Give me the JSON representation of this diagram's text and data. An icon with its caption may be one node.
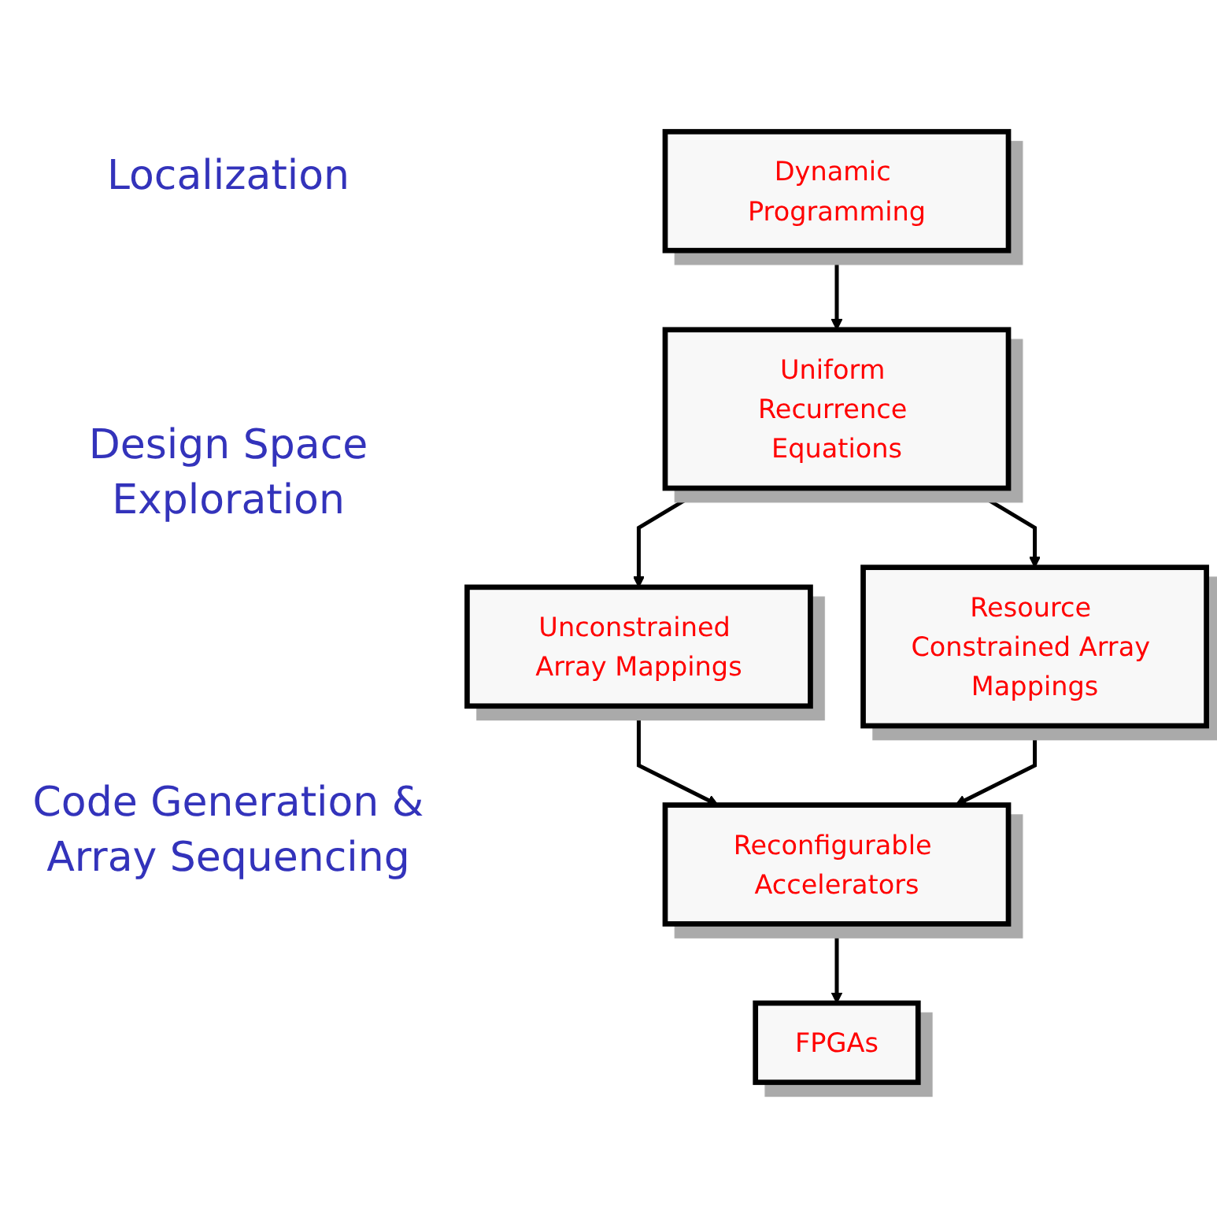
{
  "diagram": {
    "nodes": [
      {
        "text": [
          "Dynamic Programming"
        ]
      },
      {
        "text": [
          "Uniform Recurrence Equations"
        ]
      },
      {
        "text": [
          "Unconstrained Array Mappings"
        ]
      },
      {
        "text": [
          "Resource Constrained Array Mappings"
        ]
      },
      {
        "text": [
          "Reconfigurable Accelerators"
        ]
      },
      {
        "text": [
          "FPGAs"
        ]
      }
    ],
    "edges": [
      {
        "from": 0,
        "to": 1,
        "arrow": "to"
      },
      {
        "from": 1,
        "to": 2,
        "arrow": "to"
      },
      {
        "from": 1,
        "to": 3,
        "arrow": "to"
      },
      {
        "from": 2,
        "to": 4,
        "arrow": "to"
      },
      {
        "from": 3,
        "to": 4,
        "arrow": "to"
      },
      {
        "from": 4,
        "to": 5,
        "arrow": "to"
      }
    ],
    "labels": [
      "Localization",
      "Design Space Exploration",
      "Code Generation & Array Sequencing"
    ]
  }
}
